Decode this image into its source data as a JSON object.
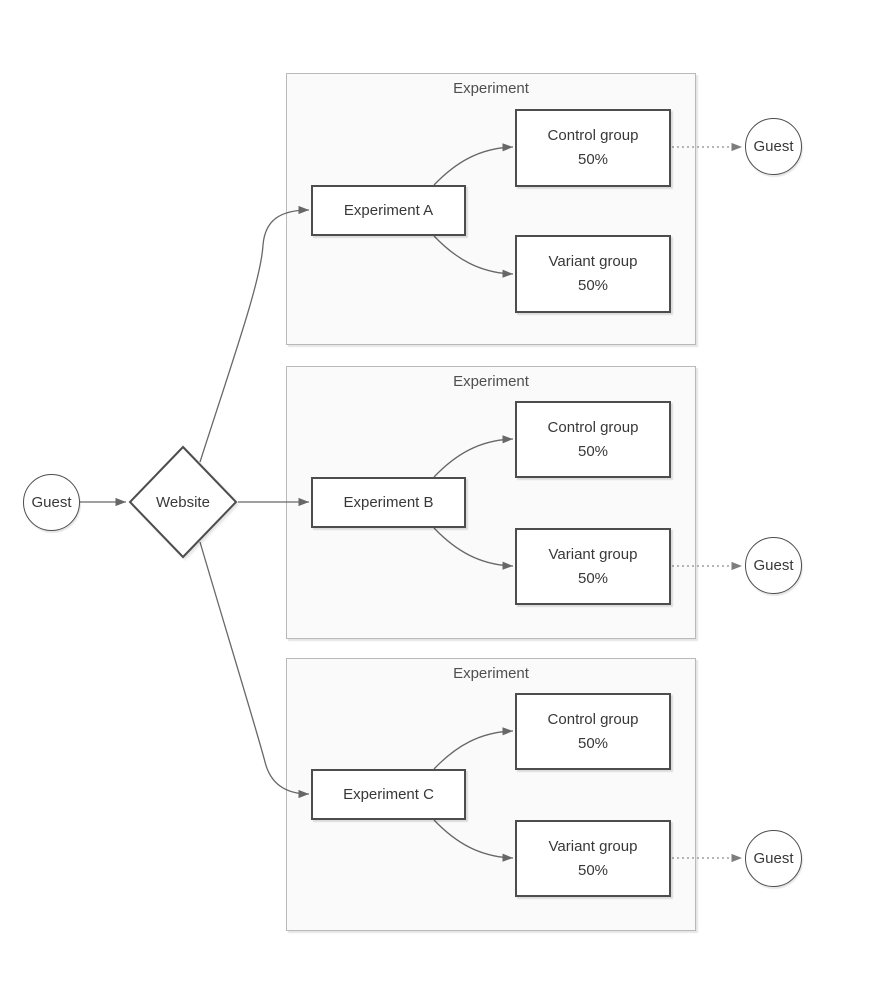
{
  "colors": {
    "page_background": "#ffffff",
    "container_fill": "#fafafa",
    "container_border": "#b9b9b9",
    "node_fill": "#ffffff",
    "node_border": "#4d4d4d",
    "edge": "#676767",
    "dotted_edge": "#8b8b8b",
    "label_text": "#383838",
    "title_text": "#4f4f4f"
  },
  "start": {
    "guest_label": "Guest",
    "website_label": "Website"
  },
  "experiments": [
    {
      "title": "Experiment",
      "name": "Experiment A",
      "control": {
        "label": "Control group",
        "share": "50%"
      },
      "variant": {
        "label": "Variant group",
        "share": "50%"
      },
      "outcome_guest_label": "Guest",
      "outcome_connected_from": "control"
    },
    {
      "title": "Experiment",
      "name": "Experiment B",
      "control": {
        "label": "Control group",
        "share": "50%"
      },
      "variant": {
        "label": "Variant group",
        "share": "50%"
      },
      "outcome_guest_label": "Guest",
      "outcome_connected_from": "variant"
    },
    {
      "title": "Experiment",
      "name": "Experiment C",
      "control": {
        "label": "Control group",
        "share": "50%"
      },
      "variant": {
        "label": "Variant group",
        "share": "50%"
      },
      "outcome_guest_label": "Guest",
      "outcome_connected_from": "variant"
    }
  ]
}
